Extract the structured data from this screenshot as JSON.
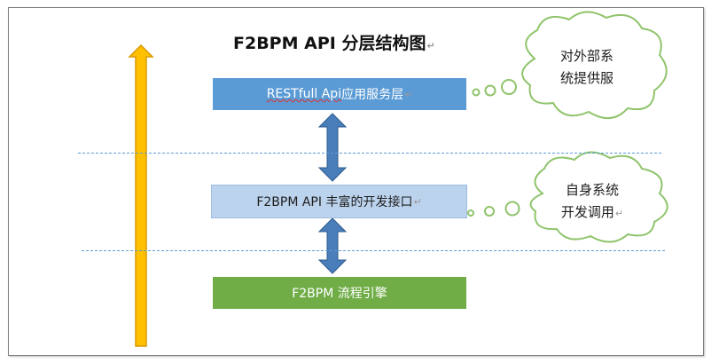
{
  "diagram": {
    "title": "F2BPM API 分层结构图",
    "layers": {
      "rest_prefix": "RESTfull Api",
      "rest_suffix": " 应用服务层",
      "api": "F2BPM API 丰富的开发接口",
      "engine": "F2BPM  流程引擎"
    },
    "clouds": {
      "top_line1": "对外部系",
      "top_line2": "统提供服",
      "bottom_line1": "自身系统",
      "bottom_line2": "开发调用"
    },
    "paragraph_mark": "↵"
  },
  "colors": {
    "rest_layer": "#5b9bd5",
    "api_layer": "#bcd3ee",
    "engine_layer": "#70ad47",
    "vertical_arrow": "#ffc000",
    "double_arrows": "#4a7ebb",
    "cloud_border": "#8fc46b",
    "dashed_lines": "#5b9bd5"
  }
}
